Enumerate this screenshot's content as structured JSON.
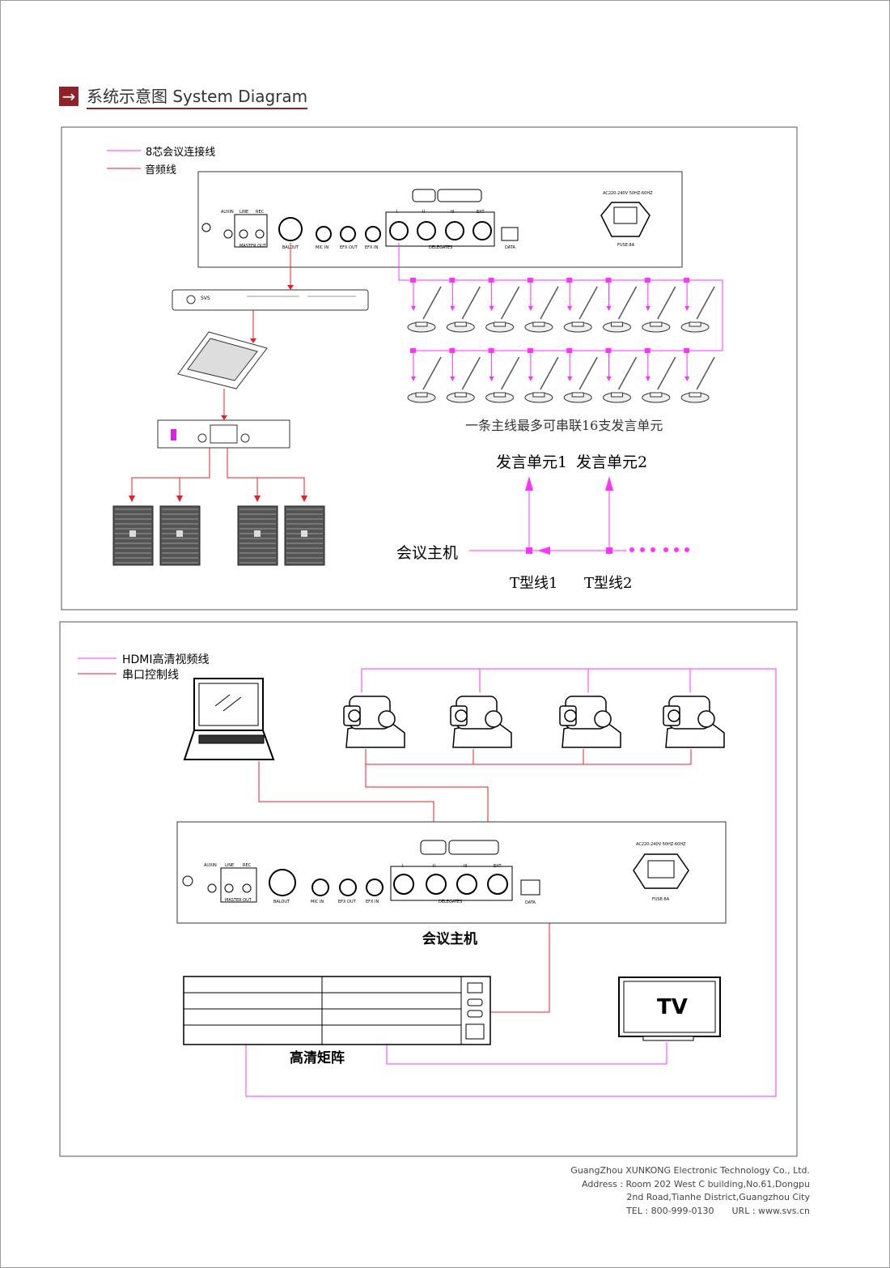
{
  "header": {
    "icon": "arrow-right-icon",
    "title": "系统示意图 System Diagram"
  },
  "colors": {
    "accent": "#8e2228",
    "conference_line": "#ff33ff",
    "audio_line": "#ee1c25"
  },
  "panel1": {
    "legend": [
      {
        "label": "8芯会议连接线",
        "color": "#ff33ff"
      },
      {
        "label": "音频线",
        "color": "#ee1c25"
      }
    ],
    "host_panel": {
      "auxin": "AUXIN",
      "line": "LINE",
      "rec": "REC",
      "master_out": "MASTER OUT",
      "balout": "BALOUT",
      "mic_in": "MIC IN",
      "efx_out": "EFX OUT",
      "efx_in": "EFX IN",
      "delegates": "DELEGATES",
      "ports": [
        "I",
        "II",
        "III",
        "EXT"
      ],
      "data": "DATA",
      "power": "AC220-240V 50HZ-60HZ",
      "fuse": "FUSE:8A"
    },
    "processor": {
      "brand": "SVS"
    },
    "note": "一条主线最多可串联16支发言单元",
    "unit1": "发言单元1",
    "unit2": "发言单元2",
    "host": "会议主机",
    "t1": "T型线1",
    "t2": "T型线2"
  },
  "panel2": {
    "legend": [
      {
        "label": "HDMI高清视频线",
        "color": "#ff33ff"
      },
      {
        "label": "串口控制线",
        "color": "#ee1c25"
      }
    ],
    "host_label": "会议主机",
    "matrix_label": "高清矩阵",
    "tv_label": "TV"
  },
  "footer": {
    "company": "GuangZhou XUNKONG Electronic Technology Co., Ltd.",
    "address1": "Address : Room 202 West C building,No.61,Dongpu",
    "address2": "2nd Road,Tianhe District,Guangzhou City",
    "tel": "TEL : 800-999-0130",
    "url": "URL : www.svs.cn"
  }
}
